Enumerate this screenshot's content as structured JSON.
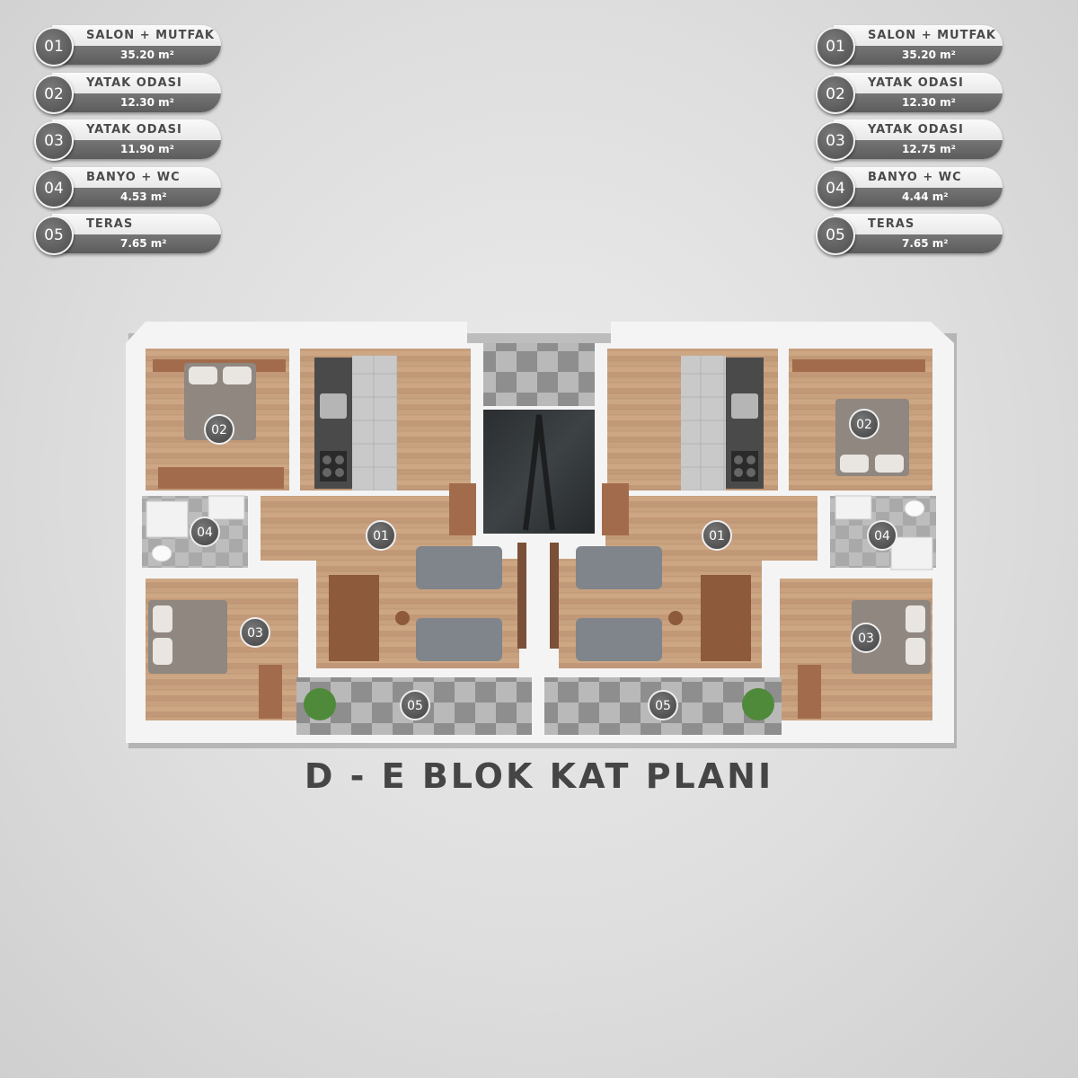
{
  "legend_left": [
    {
      "num": "01",
      "name": "SALON + MUTFAK",
      "area": "35.20 m²"
    },
    {
      "num": "02",
      "name": "YATAK ODASI",
      "area": "12.30 m²"
    },
    {
      "num": "03",
      "name": "YATAK ODASI",
      "area": "11.90 m²"
    },
    {
      "num": "04",
      "name": "BANYO + WC",
      "area": "4.53 m²"
    },
    {
      "num": "05",
      "name": "TERAS",
      "area": "7.65 m²"
    }
  ],
  "legend_right": [
    {
      "num": "01",
      "name": "SALON + MUTFAK",
      "area": "35.20 m²"
    },
    {
      "num": "02",
      "name": "YATAK ODASI",
      "area": "12.30 m²"
    },
    {
      "num": "03",
      "name": "YATAK ODASI",
      "area": "12.75 m²"
    },
    {
      "num": "04",
      "name": "BANYO + WC",
      "area": "4.44 m²"
    },
    {
      "num": "05",
      "name": "TERAS",
      "area": "7.65 m²"
    }
  ],
  "plan": {
    "markers": {
      "left_salon": "01",
      "left_bed_top": "02",
      "left_bed_bottom": "03",
      "left_bath": "04",
      "left_terrace": "05",
      "right_salon": "01",
      "right_bed_top": "02",
      "right_bed_bottom": "03",
      "right_bath": "04",
      "right_terrace": "05"
    },
    "title": "D - E BLOK KAT PLANI"
  },
  "colors": {
    "wood": "#c49a78",
    "wall": "#f4f4f4",
    "marker": "#5a5a5a",
    "background": "#dedede"
  }
}
